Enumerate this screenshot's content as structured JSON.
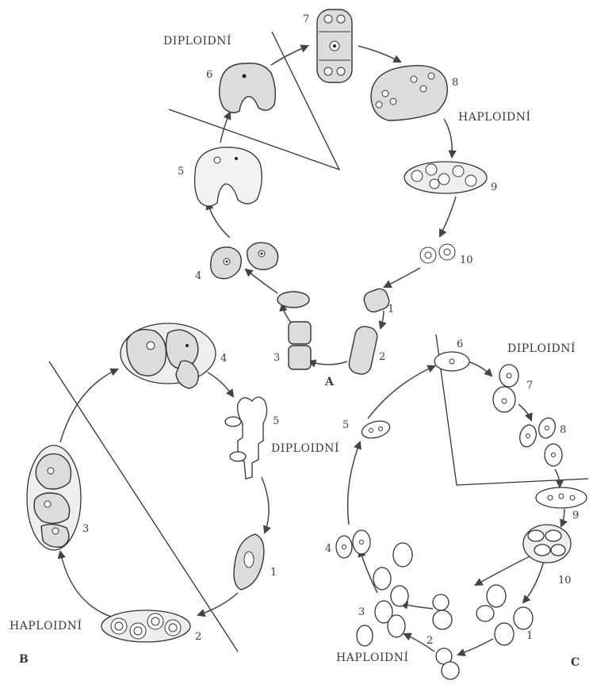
{
  "colors": {
    "ink": "#333333",
    "cell_fill": "#dcdcdc",
    "background": "#ffffff"
  },
  "panel_a": {
    "letter": "A",
    "label_diploid": "DIPLOIDNÍ",
    "label_haploid": "HAPLOIDNÍ",
    "stages": [
      "1",
      "2",
      "3",
      "4",
      "5",
      "6",
      "7",
      "8",
      "9",
      "10"
    ]
  },
  "panel_b": {
    "letter": "B",
    "label_haploid": "HAPLOIDNÍ",
    "stages": [
      "1",
      "2",
      "3",
      "4",
      "5"
    ]
  },
  "panel_c": {
    "letter": "C",
    "label_diploid_top": "DIPLOIDNÍ",
    "label_diploid_left": "DIPLOIDNÍ",
    "label_haploid": "HAPLOIDNÍ",
    "stages": [
      "1",
      "2",
      "3",
      "4",
      "5",
      "6",
      "7",
      "8",
      "9",
      "10"
    ]
  }
}
